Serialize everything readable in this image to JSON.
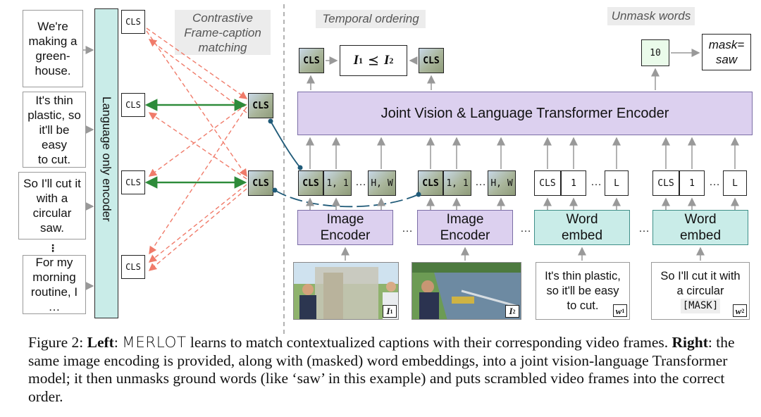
{
  "captions": [
    "We're making a green-house.",
    "It's thin plastic, so it'll be easy to cut.",
    "So I'll cut it with a circular saw.",
    "For my morning routine, I …"
  ],
  "caption_lines": [
    [
      "We're",
      "making a",
      "green-",
      "house."
    ],
    [
      "It's thin",
      "plastic, so",
      "it'll be easy",
      "to cut."
    ],
    [
      "So I'll cut it",
      "with a",
      "circular",
      "saw."
    ],
    [
      "For my",
      "morning",
      "routine, I …"
    ]
  ],
  "ellipsis_vertical": "⋮",
  "language_encoder_label": "Language only encoder",
  "cls": "CLS",
  "section_labels": {
    "contrastive": [
      "Contrastive",
      "Frame-caption",
      "matching"
    ],
    "temporal": "Temporal ordering",
    "unmask": "Unmask words"
  },
  "order_formula": {
    "lhs": "I",
    "lhs_sub": "1",
    "rel": "⪯",
    "rhs": "I",
    "rhs_sub": "2"
  },
  "joint_encoder_label": "Joint Vision & Language Transformer Encoder",
  "unmask": {
    "predicted_token": "10",
    "answer_lines": [
      "mask=",
      "saw"
    ]
  },
  "tokens": {
    "one_one": "1, 1",
    "h_w": "H, W",
    "one": "1",
    "L": "L",
    "ellipsis": "…"
  },
  "encoders": {
    "image": [
      "Image",
      "Encoder"
    ],
    "word": [
      "Word",
      "embed"
    ]
  },
  "frame_tags": {
    "f1": "I",
    "f1_sub": "1",
    "f2": "I",
    "f2_sub": "2"
  },
  "word_inputs": {
    "w1_lines": [
      "It's thin plastic,",
      "so it'll be easy",
      "to cut."
    ],
    "w1_tag": "w",
    "w1_sub": "1",
    "w2_lines": [
      "So I'll cut it with",
      "a circular"
    ],
    "w2_mask": "[MASK]",
    "w2_tag": "w",
    "w2_sub": "2"
  },
  "figure_caption": {
    "prefix": "Figure 2: ",
    "left": "Left",
    "model": "MERLOT",
    "part1": " learns to match contextualized captions with their corresponding video frames. ",
    "right": "Right",
    "part2": ": the same image encoding is provided, along with (masked) word embeddings, into a joint vision-language Transformer model; it then unmasks ground words (like ‘saw’ in this example) and puts scrambled video frames into the correct order."
  },
  "colors": {
    "language_encoder": "#c9ece8",
    "joint_encoder": "#dcd0ef",
    "image_encoder": "#dcd0ef",
    "word_embed": "#c9ece8",
    "positive_match": "#2e8b3a",
    "negative_match": "#f07b6a",
    "connector": "#1f5a78"
  }
}
